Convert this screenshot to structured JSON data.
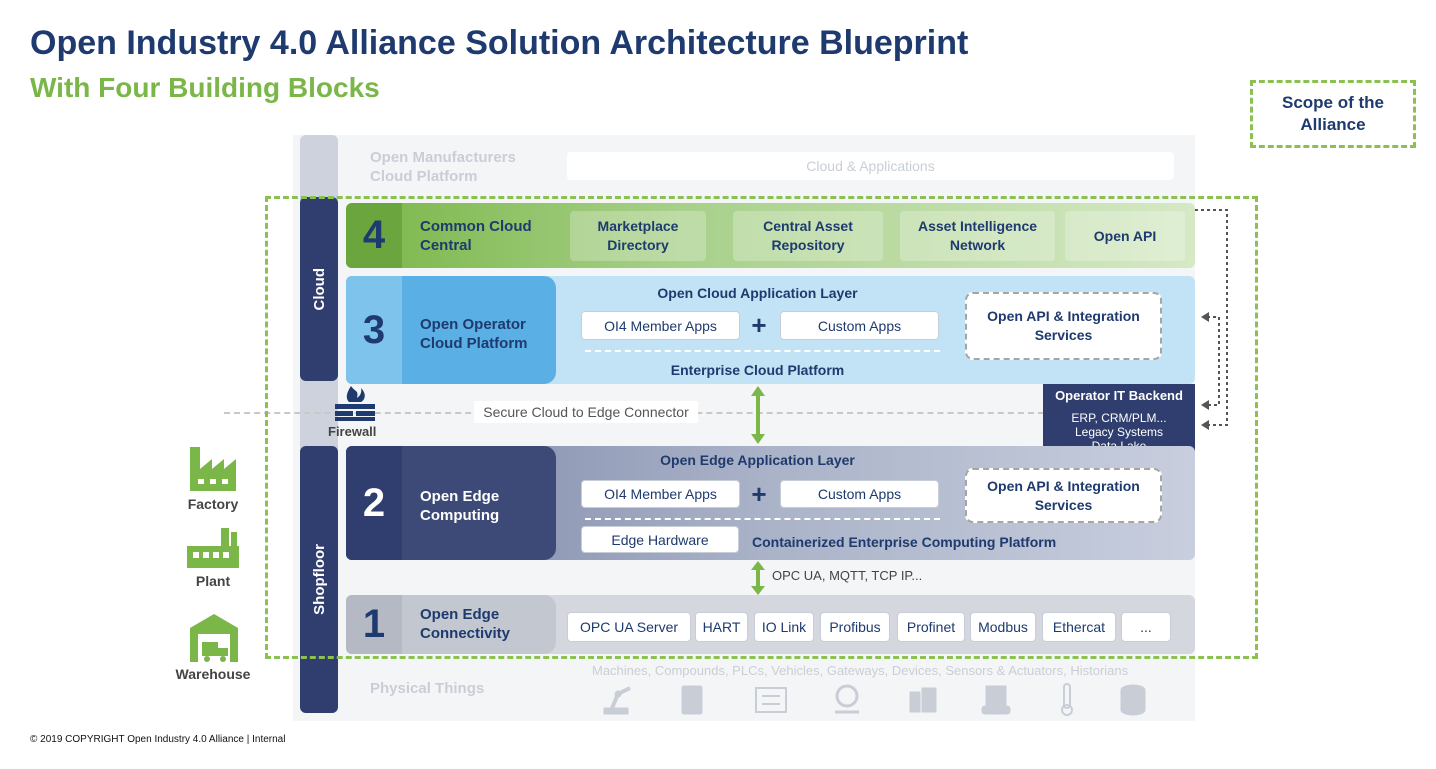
{
  "header": {
    "title": "Open Industry 4.0 Alliance Solution Architecture Blueprint",
    "subtitle": "With Four Building Blocks"
  },
  "scope": {
    "label": "Scope of the Alliance"
  },
  "side": {
    "cloud": "Cloud",
    "shopfloor": "Shopfloor"
  },
  "top": {
    "left": "Open Manufacturers Cloud Platform",
    "right": "Cloud & Applications"
  },
  "layer4": {
    "num": "4",
    "name": "Common Cloud Central",
    "items": [
      "Marketplace Directory",
      "Central Asset Repository",
      "Asset Intelligence Network",
      "Open API"
    ]
  },
  "layer3": {
    "num": "3",
    "name": "Open Operator Cloud Platform",
    "app_layer": "Open Cloud Application Layer",
    "member": "OI4 Member Apps",
    "plus": "+",
    "custom": "Custom Apps",
    "platform": "Enterprise Cloud Platform",
    "api": "Open API & Integration Services"
  },
  "connector": {
    "firewall": "Firewall",
    "label": "Secure Cloud to Edge Connector"
  },
  "backend": {
    "title": "Operator IT Backend",
    "lines": "ERP, CRM/PLM...\nLegacy Systems\nData Lake"
  },
  "layer2": {
    "num": "2",
    "name": "Open Edge Computing",
    "app_layer": "Open Edge Application Layer",
    "member": "OI4 Member Apps",
    "plus": "+",
    "custom": "Custom Apps",
    "hardware": "Edge Hardware",
    "platform": "Containerized Enterprise Computing Platform",
    "api": "Open API & Integration Services"
  },
  "protocols": "OPC UA, MQTT, TCP IP...",
  "layer1": {
    "num": "1",
    "name": "Open Edge Connectivity",
    "items": [
      "OPC UA Server",
      "HART",
      "IO Link",
      "Profibus",
      "Profinet",
      "Modbus",
      "Ethercat",
      "..."
    ]
  },
  "physical": {
    "label": "Physical Things",
    "things": "Machines, Compounds, PLCs, Vehicles, Gateways, Devices, Sensors & Actuators, Historians"
  },
  "sites": {
    "factory": "Factory",
    "plant": "Plant",
    "warehouse": "Warehouse"
  },
  "footer": "© 2019  COPYRIGHT Open Industry 4.0 Alliance  |  Internal",
  "colors": {
    "navy": "#1e3a6e",
    "green": "#7ab648",
    "blue": "#5ab0e4",
    "slate": "#3d4a78"
  }
}
